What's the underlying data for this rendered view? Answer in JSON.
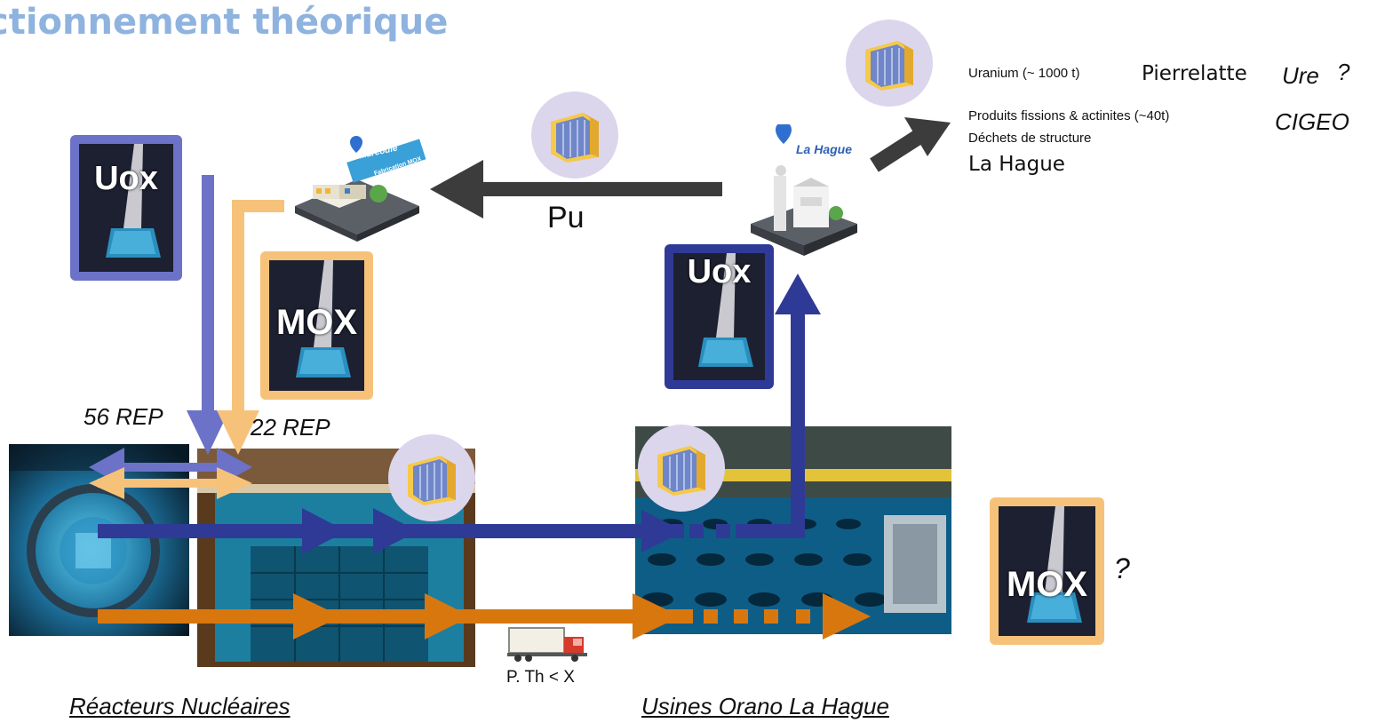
{
  "title": "ctionnement théorique",
  "fuel": {
    "uox": "Uox",
    "mox": "MOX"
  },
  "reactors": {
    "count_uox": "56 REP",
    "count_mox": "22 REP",
    "caption": "Réacteurs Nucléaires"
  },
  "plant": {
    "caption": "Usines Orano La Hague"
  },
  "transport": {
    "label": "P. Th < X"
  },
  "flows": {
    "pu": "Pu"
  },
  "sites": {
    "marcoule_name": "Marcoule",
    "marcoule_sub": "Fabrication MOX",
    "lahague_name": "La Hague"
  },
  "outputs": {
    "uranium": "Uranium (~ 1000 t)",
    "pierrelatte": "Pierrelatte",
    "ure": "Ure",
    "ure_q": "?",
    "fission": "Produits fissions & actinites (~40t)",
    "cigeo": "CIGEO",
    "structure": "Déchets de structure",
    "lahague": "La Hague"
  },
  "mox_question": "?",
  "colors": {
    "uox_light": "#6c72c8",
    "uox_dark": "#2f3a96",
    "mox": "#f6c27a",
    "mox_flow": "#d9770f",
    "grey_arrow": "#3c3c3c",
    "title": "#8fb3df"
  }
}
